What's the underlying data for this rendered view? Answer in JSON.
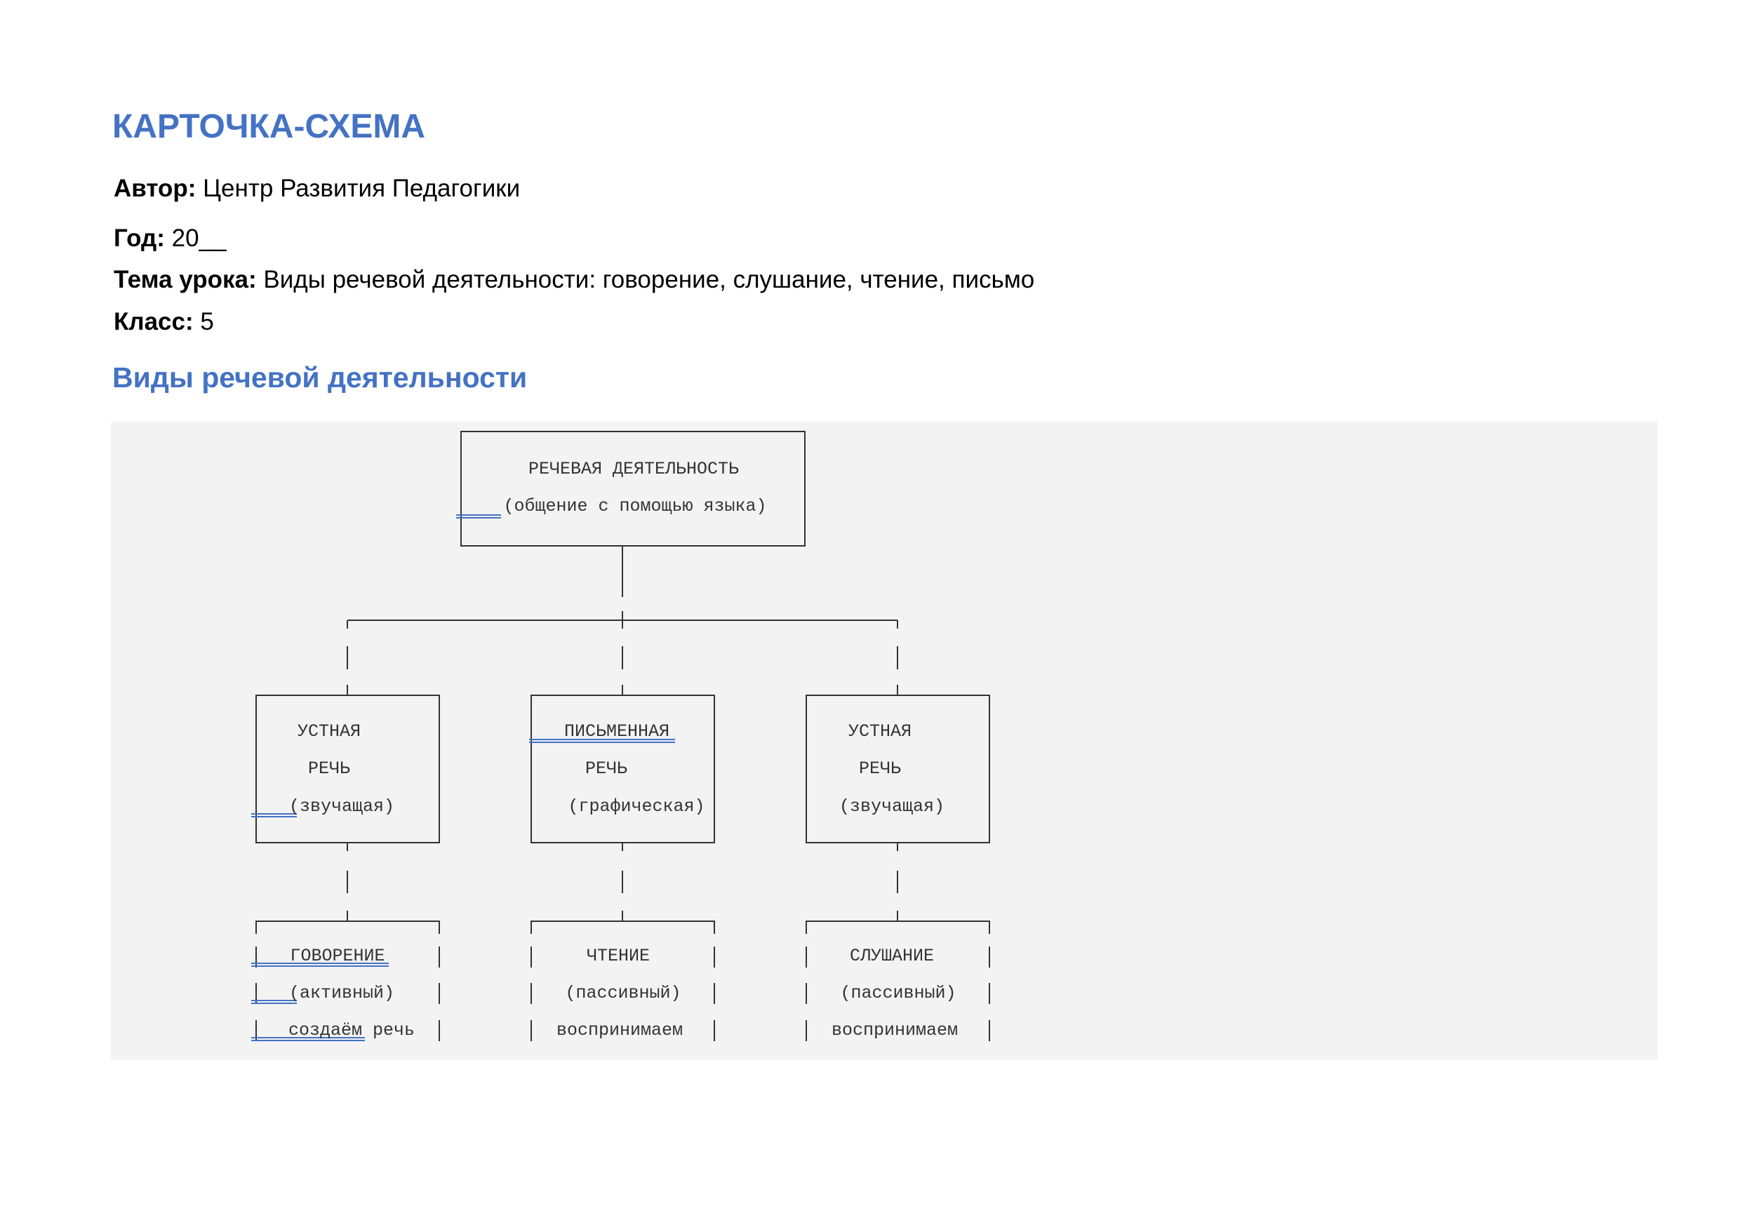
{
  "document": {
    "title": "КАРТОЧКА-СХЕМА",
    "meta": [
      {
        "label": "Автор:",
        "value": " Центр Развития Педагогики"
      },
      {
        "label": "Год:",
        "value": " 20__"
      },
      {
        "label": "Тема урока:",
        "value": " Виды речевой деятельности: говорение, слушание, чтение, письмо"
      },
      {
        "label": "Класс:",
        "value": " 5"
      }
    ],
    "section_heading": "Виды речевой деятельности"
  },
  "diagram": {
    "root": {
      "line1": "РЕЧЕВАЯ ДЕЯТЕЛЬНОСТЬ",
      "line2": "(общение с помощью языка)"
    },
    "branches": [
      {
        "type_line1": "УСТНАЯ",
        "type_line2": "РЕЧЬ",
        "type_line3": "(звучащая)",
        "activity_line1": "ГОВОРЕНИЕ",
        "activity_line2": "(активный)",
        "activity_line3": "создаём речь"
      },
      {
        "type_line1": "ПИСЬМЕННАЯ",
        "type_line2": "РЕЧЬ",
        "type_line3": "(графическая)",
        "activity_line1": "ЧТЕНИЕ",
        "activity_line2": "(пассивный)",
        "activity_line3": "воспринимаем"
      },
      {
        "type_line1": "УСТНАЯ",
        "type_line2": "РЕЧЬ",
        "type_line3": "(звучащая)",
        "activity_line1": "СЛУШАНИЕ",
        "activity_line2": "(пассивный)",
        "activity_line3": "воспринимаем"
      }
    ]
  }
}
